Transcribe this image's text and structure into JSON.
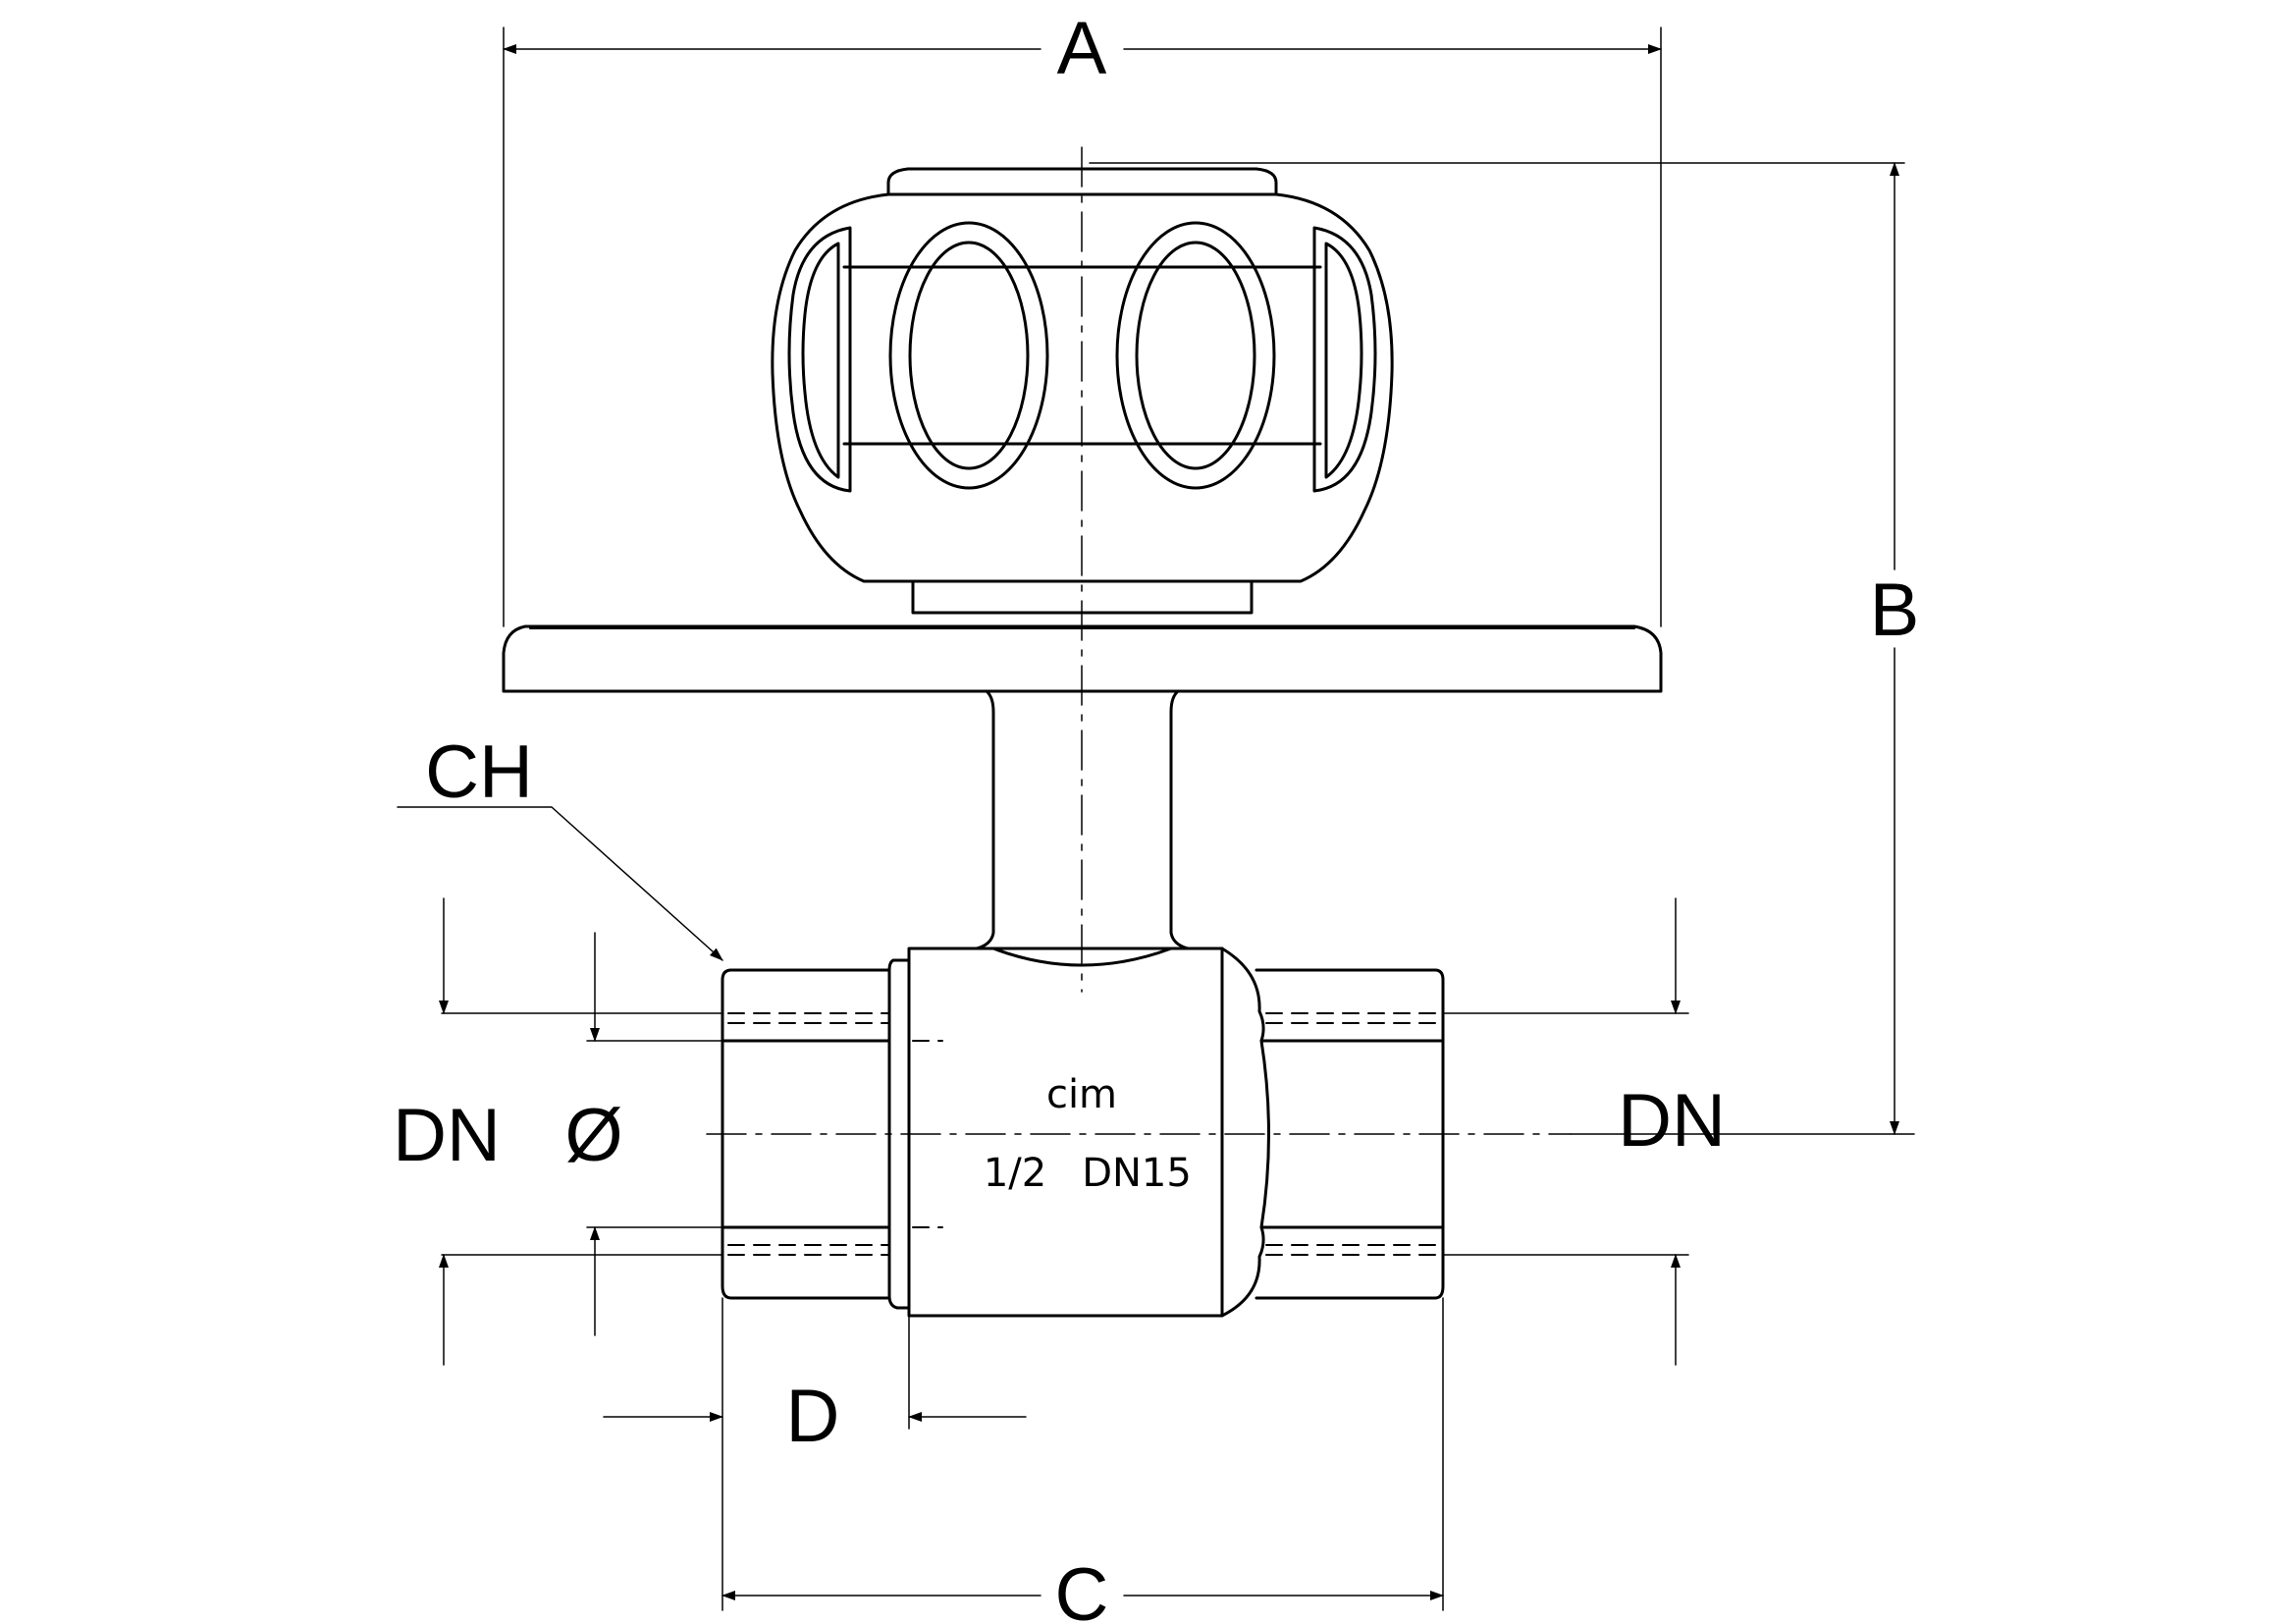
{
  "diagram": {
    "dimension_labels": {
      "A": "A",
      "B": "B",
      "C": "C",
      "D": "D",
      "CH": "CH",
      "DN_left": "DN",
      "diameter": "Ø",
      "DN_right": "DN"
    },
    "body_marking": {
      "brand": "cim",
      "size": "1/2",
      "nominal": "DN15"
    }
  }
}
